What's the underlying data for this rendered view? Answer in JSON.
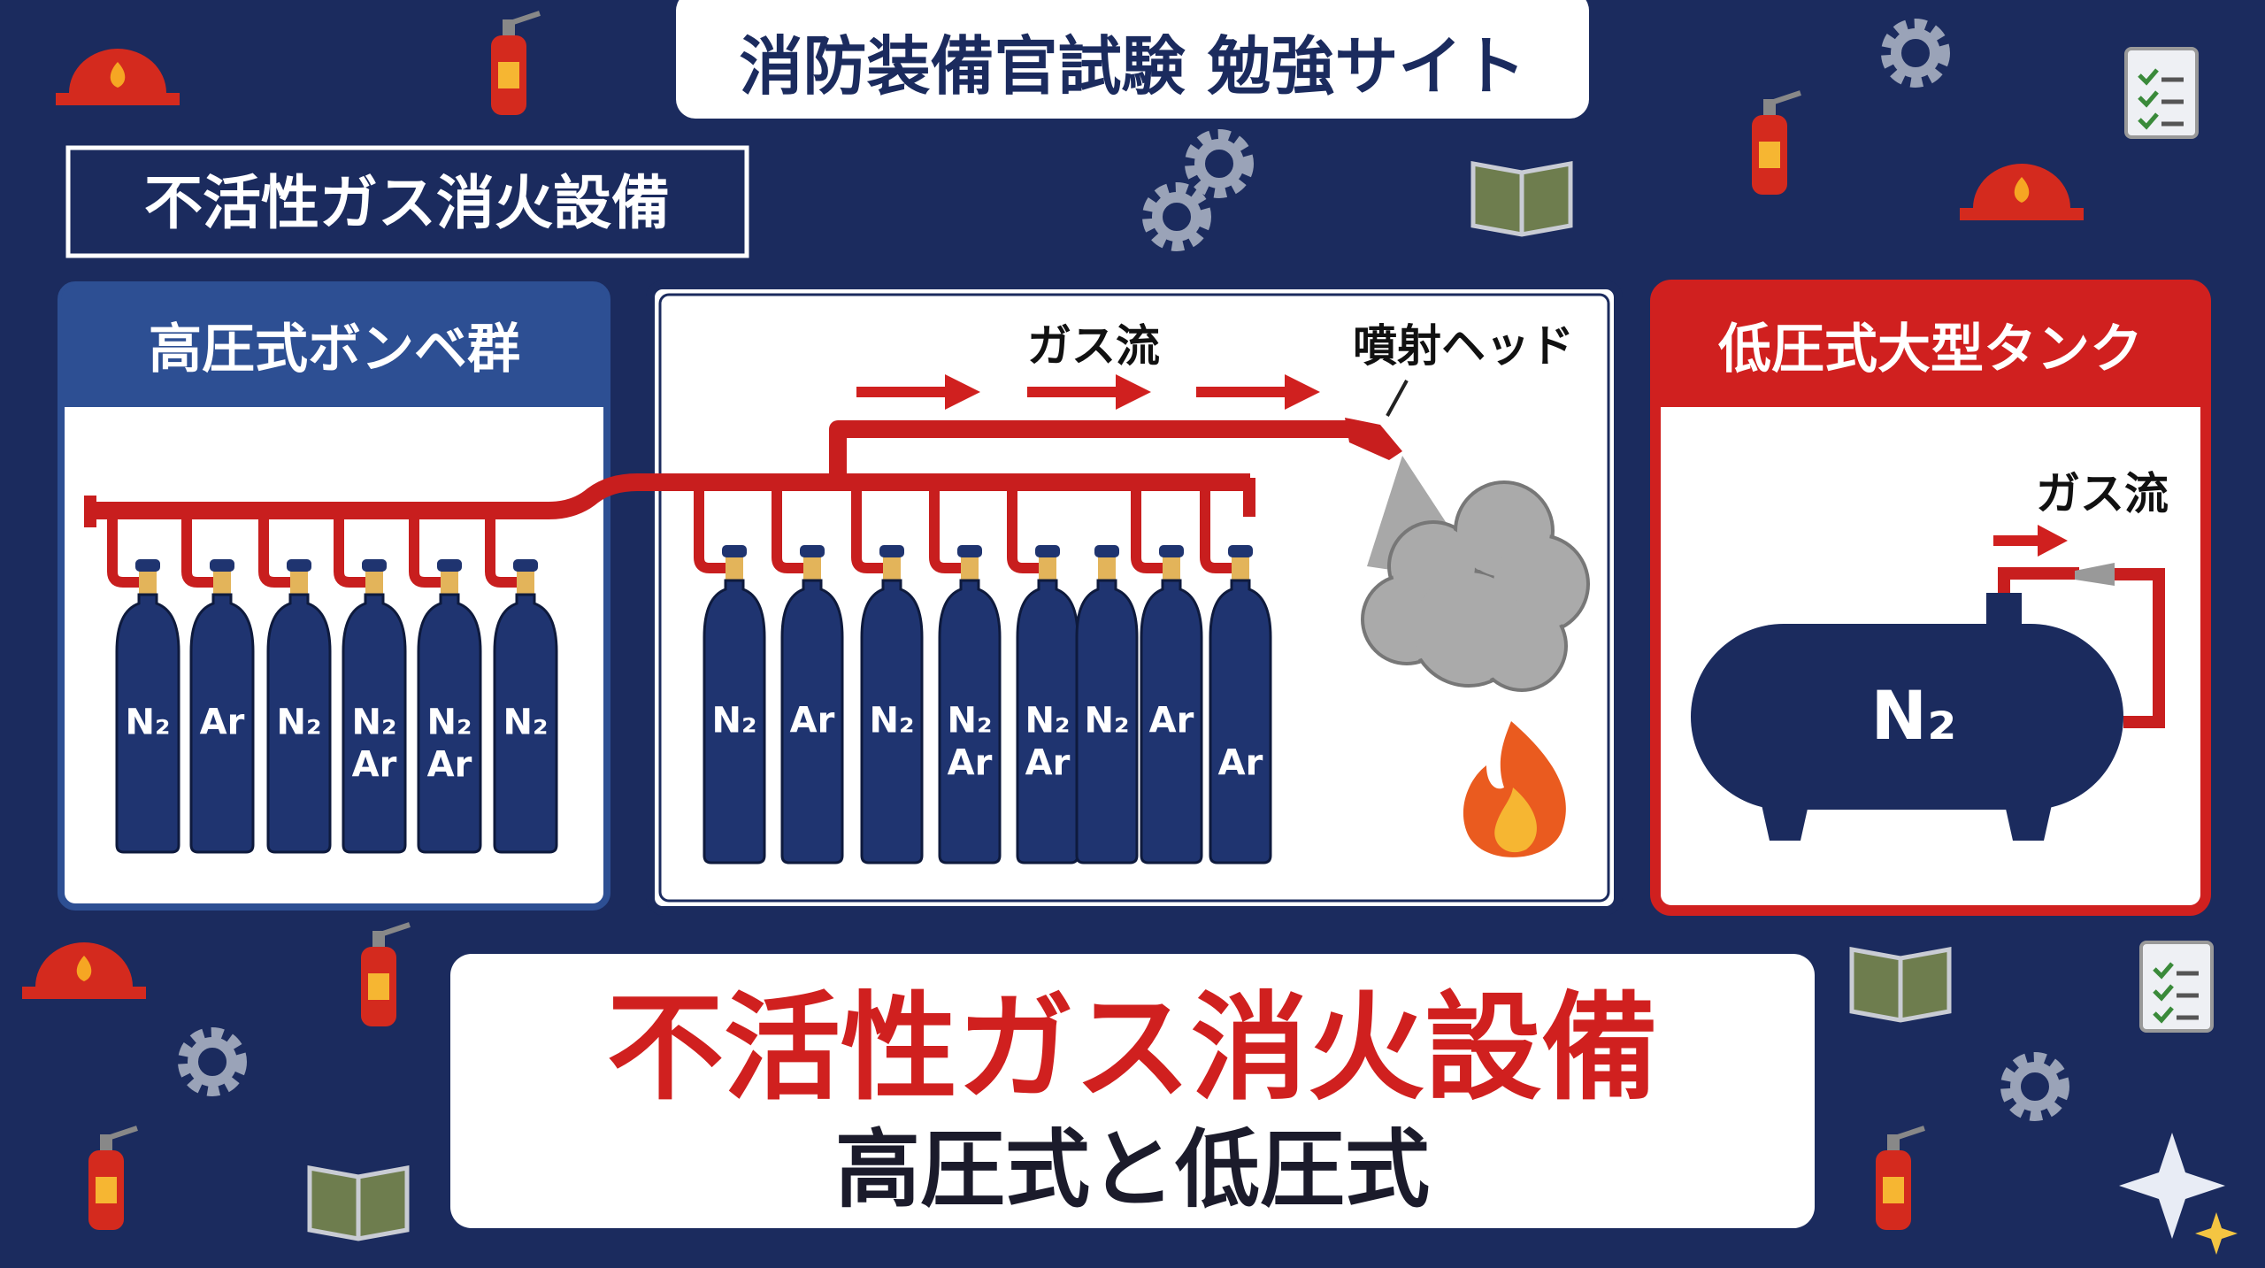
{
  "header": {
    "site_title": "消防装備官試験 勉強サイト",
    "section_title": "不活性ガス消火設備"
  },
  "left_panel": {
    "title": "高圧式ボンベ群",
    "cylinders": [
      [
        "N₂"
      ],
      [
        "Ar"
      ],
      [
        "N₂"
      ],
      [
        "N₂",
        "Ar"
      ],
      [
        "N₂",
        "Ar"
      ],
      [
        "N₂"
      ]
    ]
  },
  "middle_panel": {
    "flow_label": "ガス流",
    "nozzle_label": "噴射ヘッド",
    "cylinders": [
      [
        "N₂"
      ],
      [
        "Ar"
      ],
      [
        "N₂"
      ],
      [
        "N₂",
        "Ar"
      ],
      [
        "N₂",
        "Ar"
      ],
      [
        "N₂"
      ],
      [
        "Ar"
      ],
      [
        "",
        "Ar"
      ]
    ]
  },
  "right_panel": {
    "title": "低圧式大型タンク",
    "flow_label": "ガス流",
    "tank_label": "N₂"
  },
  "bottom": {
    "title": "不活性ガス消火設備",
    "subtitle": "高圧式と低圧式"
  },
  "colors": {
    "background": "#1b2b5e",
    "accent_red": "#d0201f",
    "cylinder": "#1f3470",
    "panel_blue": "#2d4f93"
  }
}
